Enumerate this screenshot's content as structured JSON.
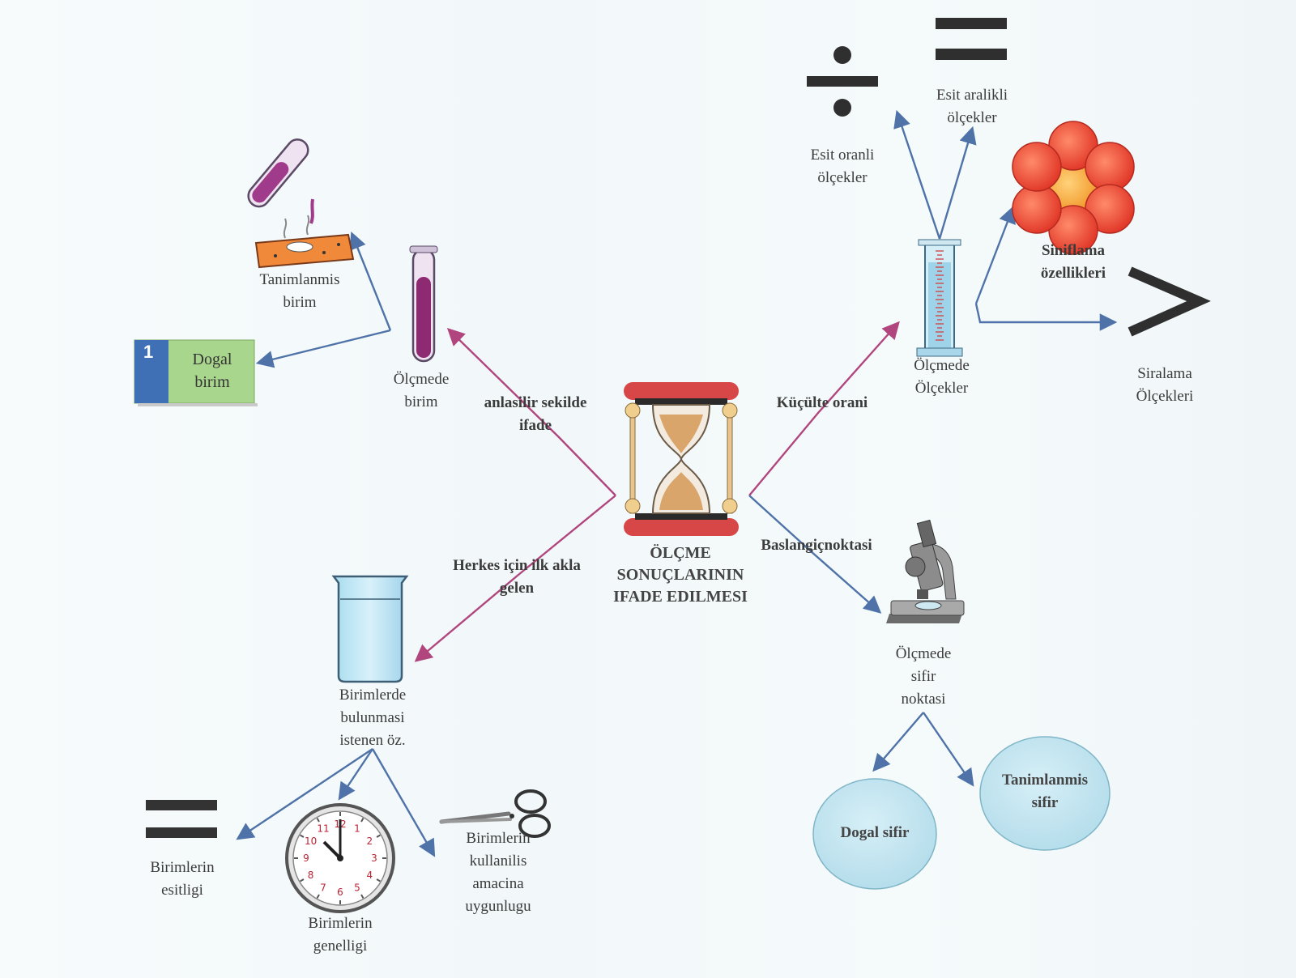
{
  "title": "ÖLÇME\nSONUÇLARININ\nIFADE EDILMESI",
  "left": {
    "edge_top": "anlasilir sekilde\nifade",
    "edge_bottom": "Herkes için ilk akla\ngelen",
    "unit": "Ölçmede\nbirim",
    "defined_unit": "Tanimlanmis\nbirim",
    "natural_unit": "Dogal\nbirim",
    "natural_unit_number": "1",
    "required_props": "Birimlerde\nbulunmasi\nistenen öz.",
    "equality": "Birimlerin\nesitligi",
    "generality": "Birimlerin\ngenelligi",
    "suitability": "Birimlerin\nkullanilis\namacina\nuygunlugu"
  },
  "right": {
    "edge_top": "Küçülte orani",
    "edge_bottom": "Baslangiçnoktasi",
    "scales": "Ölçmede\nÖlçekler",
    "ratio": "Esit oranli\nölçekler",
    "interval": "Esit aralikli\nölçekler",
    "nominal": "Siniflama\nözellikleri",
    "ordinal": "Siralama\nÖlçekleri",
    "zero": "Ölçmede\nsifir\nnoktasi",
    "natural_zero": "Dogal sifir",
    "defined_zero": "Tanimlanmis\nsifir"
  },
  "colors": {
    "magenta_arrow": "#b1467f",
    "blue_arrow": "#4f73a8",
    "bubble_fill": "#bfe3ee",
    "green_box": "#a9d68d",
    "blue_tab": "#3f6fb5"
  },
  "icons": [
    "hourglass-icon",
    "test-tube-icon",
    "pouring-test-tube-icon",
    "beaker-icon",
    "clock-icon",
    "scissors-icon",
    "equals-icon",
    "division-icon",
    "graduated-cylinder-icon",
    "circle-cluster-icon",
    "greater-than-icon",
    "microscope-icon"
  ]
}
